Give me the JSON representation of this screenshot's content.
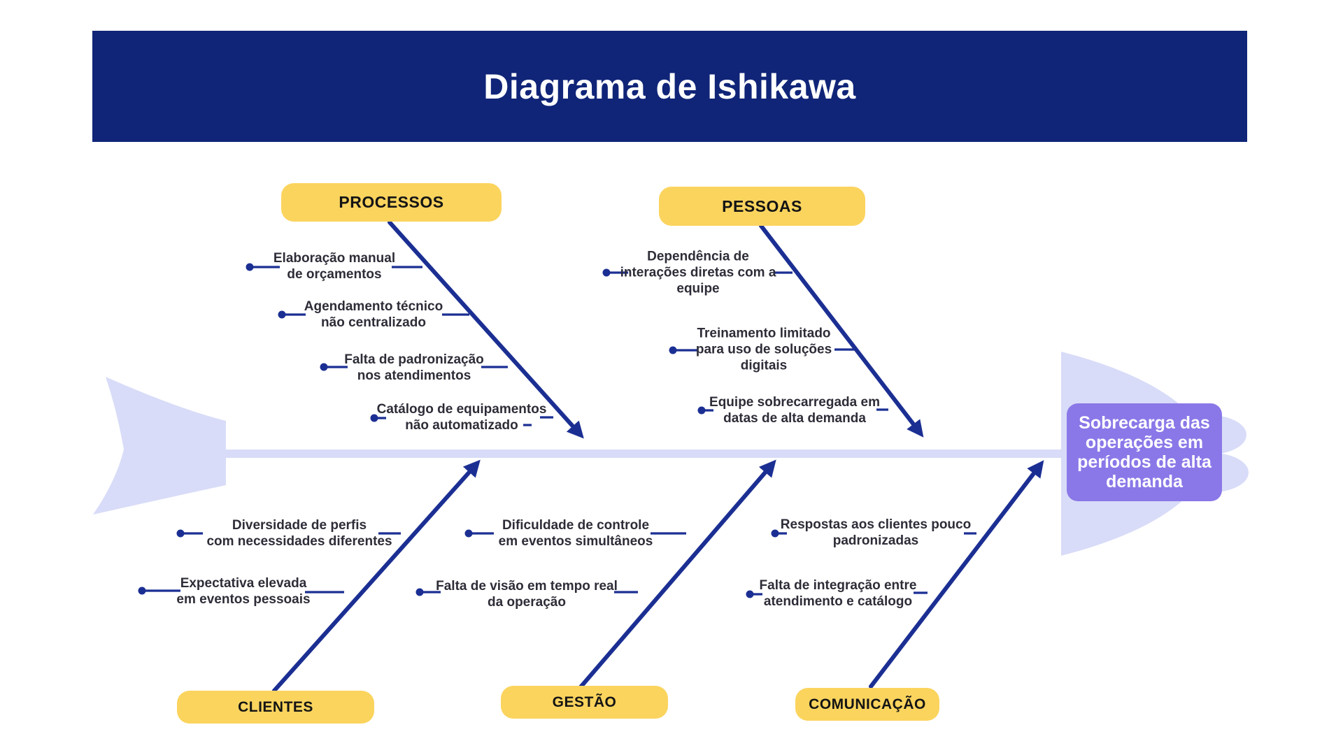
{
  "title": "Diagrama de Ishikawa",
  "effect": {
    "label": "Sobrecarga das\noperações em\nperíodos de alta\ndemanda"
  },
  "colors": {
    "banner_navy": "#102578",
    "branch_navy": "#1B2F93",
    "pill_yellow": "#FBD45E",
    "fish_lavender": "#D8DCF8",
    "effect_purple": "#8A78E8",
    "cause_text": "#2d2d38"
  },
  "categories": [
    {
      "label": "PROCESSOS",
      "causes": [
        "Elaboração manual\nde orçamentos",
        "Agendamento técnico\nnão centralizado",
        "Falta de padronização\nnos atendimentos",
        "Catálogo de equipamentos\nnão automatizado"
      ]
    },
    {
      "label": "PESSOAS",
      "causes": [
        "Dependência de\ninterações diretas com a\nequipe",
        "Treinamento limitado\npara uso de soluções\ndigitais",
        "Equipe sobrecarregada em\ndatas de alta demanda"
      ]
    },
    {
      "label": "CLIENTES",
      "causes": [
        "Diversidade de perfis\ncom necessidades diferentes",
        "Expectativa elevada\nem eventos pessoais"
      ]
    },
    {
      "label": "GESTÃO",
      "causes": [
        "Dificuldade de controle\nem eventos simultâneos",
        "Falta de visão em tempo real\nda operação"
      ]
    },
    {
      "label": "COMUNICAÇÃO",
      "causes": [
        "Respostas aos clientes pouco\npadronizadas",
        "Falta de integração entre\natendimento e catálogo"
      ]
    }
  ]
}
